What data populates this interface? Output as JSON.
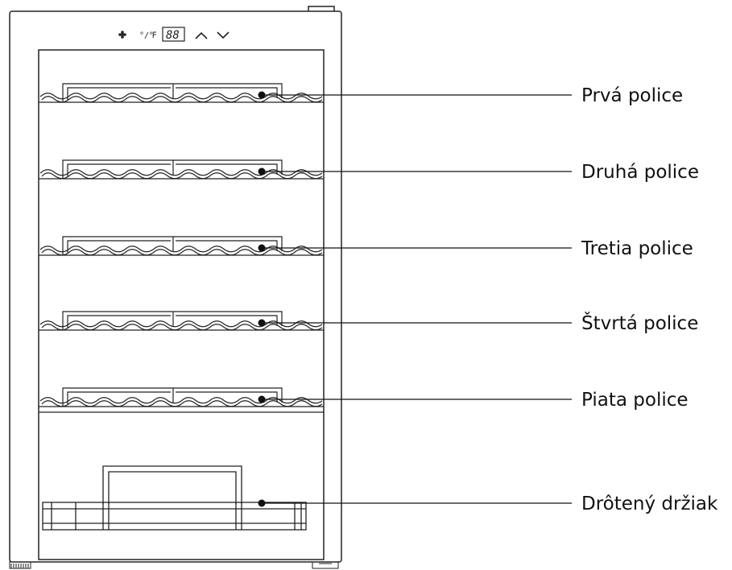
{
  "control_panel": {
    "icons": [
      "fan-icon",
      "celsius-fahrenheit-icon",
      "up-arrow-icon",
      "down-arrow-icon"
    ],
    "unit_text": "°/℉",
    "display": "88"
  },
  "callouts": [
    {
      "id": "shelf-1",
      "label": "Prvá police"
    },
    {
      "id": "shelf-2",
      "label": "Druhá police"
    },
    {
      "id": "shelf-3",
      "label": "Tretia police"
    },
    {
      "id": "shelf-4",
      "label": "Štvrtá police"
    },
    {
      "id": "shelf-5",
      "label": "Piata police"
    },
    {
      "id": "wire-holder",
      "label": "Drôtený držiak"
    }
  ],
  "colors": {
    "line": "#222222",
    "text": "#111111",
    "background": "#ffffff"
  }
}
